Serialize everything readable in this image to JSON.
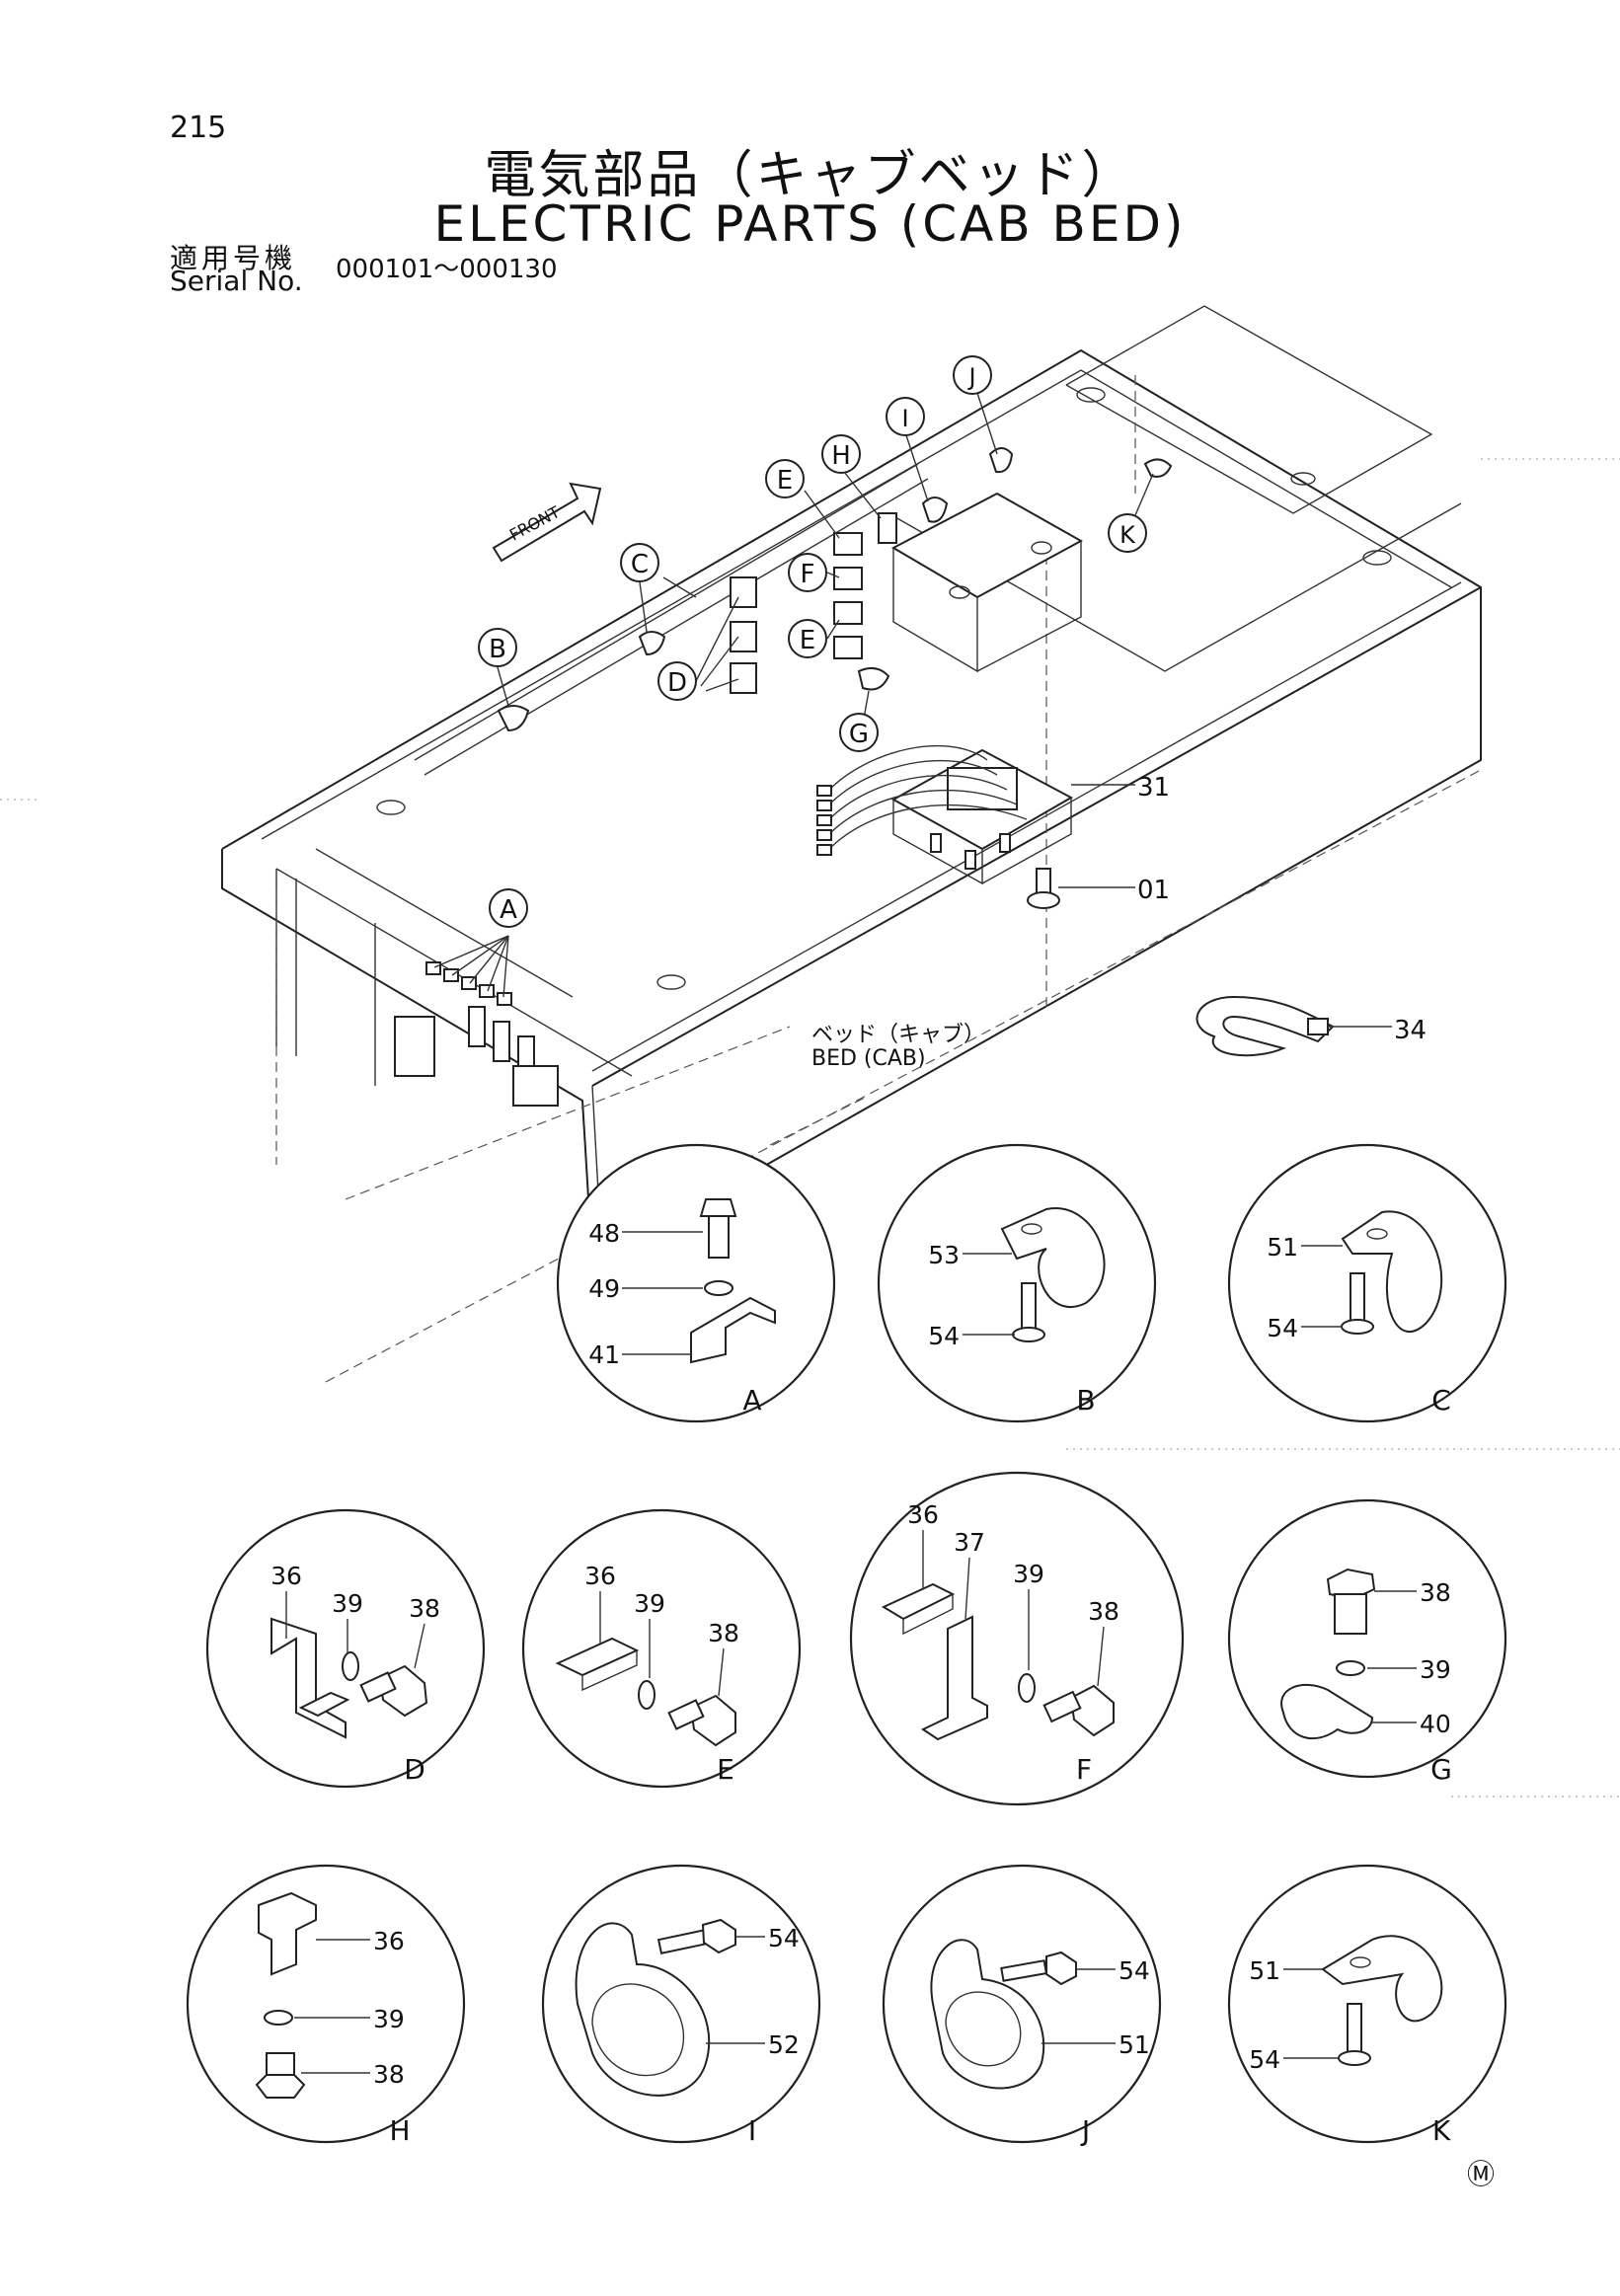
{
  "page_number": "215",
  "title_jp": "電気部品（キャブベッド）",
  "title_en": "ELECTRIC PARTS (CAB BED)",
  "serial_label_jp": "適用号機",
  "serial_label_en": "Serial No.",
  "serial_range": "000101～000130",
  "front_label": "FRONT",
  "bed_label_jp": "ベッド（キャブ）",
  "bed_label_en": "BED (CAB)",
  "footer_mark": "Ⓜ",
  "callouts": {
    "A": "A",
    "B": "B",
    "C": "C",
    "D": "D",
    "E1": "E",
    "E2": "E",
    "F": "F",
    "G": "G",
    "H": "H",
    "I": "I",
    "J": "J",
    "K": "K"
  },
  "main_parts": {
    "p31": "31",
    "p01": "01",
    "p34": "34"
  },
  "details": {
    "A": {
      "letter": "A",
      "parts": [
        "48",
        "49",
        "41"
      ]
    },
    "B": {
      "letter": "B",
      "parts": [
        "53",
        "54"
      ]
    },
    "C": {
      "letter": "C",
      "parts": [
        "51",
        "54"
      ]
    },
    "D": {
      "letter": "D",
      "parts": [
        "36",
        "39",
        "38"
      ]
    },
    "E": {
      "letter": "E",
      "parts": [
        "36",
        "39",
        "38"
      ]
    },
    "F": {
      "letter": "F",
      "parts": [
        "36",
        "37",
        "39",
        "38"
      ]
    },
    "G": {
      "letter": "G",
      "parts": [
        "38",
        "39",
        "40"
      ]
    },
    "H": {
      "letter": "H",
      "parts": [
        "36",
        "39",
        "38"
      ]
    },
    "I": {
      "letter": "I",
      "parts": [
        "54",
        "52"
      ]
    },
    "J": {
      "letter": "J",
      "parts": [
        "54",
        "51"
      ]
    },
    "K": {
      "letter": "K",
      "parts": [
        "51",
        "54"
      ]
    }
  }
}
